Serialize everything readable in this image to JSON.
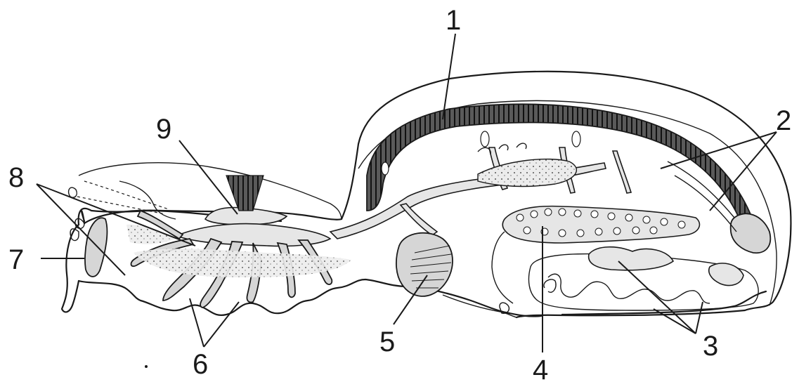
{
  "labels": {
    "l1": "1",
    "l2": "2",
    "l3": "3",
    "l4": "4",
    "l5": "5",
    "l6": "6",
    "l7": "7",
    "l8": "8",
    "l9": "9"
  },
  "colors": {
    "ink": "#1a1a1a",
    "organ_fill": "#d6d6d6",
    "dark_fill": "#3a3a3a",
    "background": "#ffffff"
  }
}
